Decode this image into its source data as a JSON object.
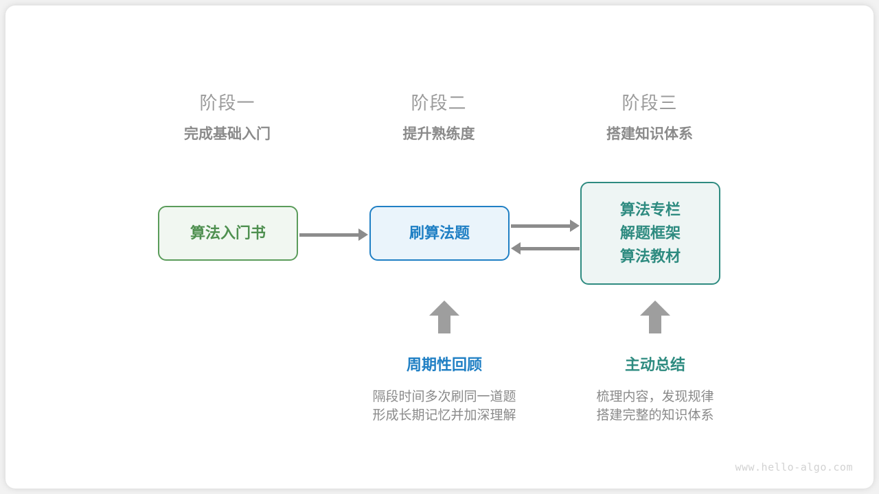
{
  "colors": {
    "background": "#f2f2f2",
    "card": "#ffffff",
    "green_border": "#5a9c5a",
    "green_fill": "#f1f7f1",
    "green_text": "#4f9050",
    "blue_border": "#1f7fc4",
    "blue_fill": "#eaf4fb",
    "blue_text": "#1f7fc4",
    "teal_border": "#2e8b80",
    "teal_fill": "#eef5f4",
    "teal_text": "#2e8b80",
    "arrow_gray": "#8c8c8c",
    "up_arrow_gray": "#9e9e9e",
    "heading_gray": "#9b9b9b",
    "subheading_gray": "#8a8a8a",
    "watermark_gray": "#d2d2d2"
  },
  "stages": [
    {
      "title": "阶段一",
      "subtitle": "完成基础入门"
    },
    {
      "title": "阶段二",
      "subtitle": "提升熟练度"
    },
    {
      "title": "阶段三",
      "subtitle": "搭建知识体系"
    }
  ],
  "boxes": [
    {
      "id": "intro-book",
      "lines": [
        "算法入门书"
      ]
    },
    {
      "id": "practice-problems",
      "lines": [
        "刷算法题"
      ]
    },
    {
      "id": "knowledge-resources",
      "lines": [
        "算法专栏",
        "解题框架",
        "算法教材"
      ]
    }
  ],
  "notes": [
    {
      "id": "periodic-review",
      "title": "周期性回顾",
      "desc": [
        "隔段时间多次刷同一道题",
        "形成长期记忆并加深理解"
      ]
    },
    {
      "id": "active-summary",
      "title": "主动总结",
      "desc": [
        "梳理内容，发现规律",
        "搭建完整的知识体系"
      ]
    }
  ],
  "watermark": "www.hello-algo.com"
}
